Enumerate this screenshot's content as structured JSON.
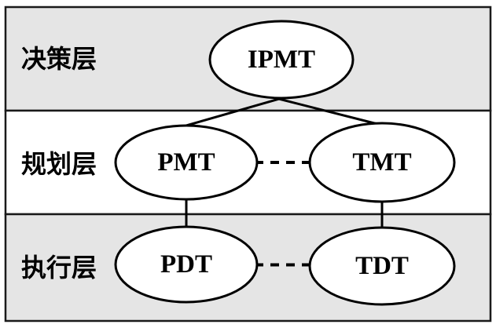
{
  "diagram": {
    "type": "layered-org-structure",
    "layers": [
      {
        "id": "decision",
        "label": "决策层",
        "background": "#e5e5e5"
      },
      {
        "id": "planning",
        "label": "规划层",
        "background": "#ffffff"
      },
      {
        "id": "execution",
        "label": "执行层",
        "background": "#e5e5e5"
      }
    ],
    "nodes": [
      {
        "id": "ipmt",
        "label": "IPMT",
        "layer": "decision"
      },
      {
        "id": "pmt",
        "label": "PMT",
        "layer": "planning"
      },
      {
        "id": "tmt",
        "label": "TMT",
        "layer": "planning"
      },
      {
        "id": "pdt",
        "label": "PDT",
        "layer": "execution"
      },
      {
        "id": "tdt",
        "label": "TDT",
        "layer": "execution"
      }
    ],
    "edges": [
      {
        "from": "IPMT",
        "to": "PMT",
        "style": "solid"
      },
      {
        "from": "IPMT",
        "to": "TMT",
        "style": "solid"
      },
      {
        "from": "PMT",
        "to": "TMT",
        "style": "dashed"
      },
      {
        "from": "PMT",
        "to": "PDT",
        "style": "solid"
      },
      {
        "from": "TMT",
        "to": "TDT",
        "style": "solid"
      },
      {
        "from": "PDT",
        "to": "TDT",
        "style": "dashed"
      }
    ],
    "colors": {
      "band_gray": "#e5e5e5",
      "band_white": "#ffffff",
      "border": "#1a1a1a",
      "line": "#000000",
      "node_fill": "#ffffff",
      "text": "#000000"
    }
  }
}
